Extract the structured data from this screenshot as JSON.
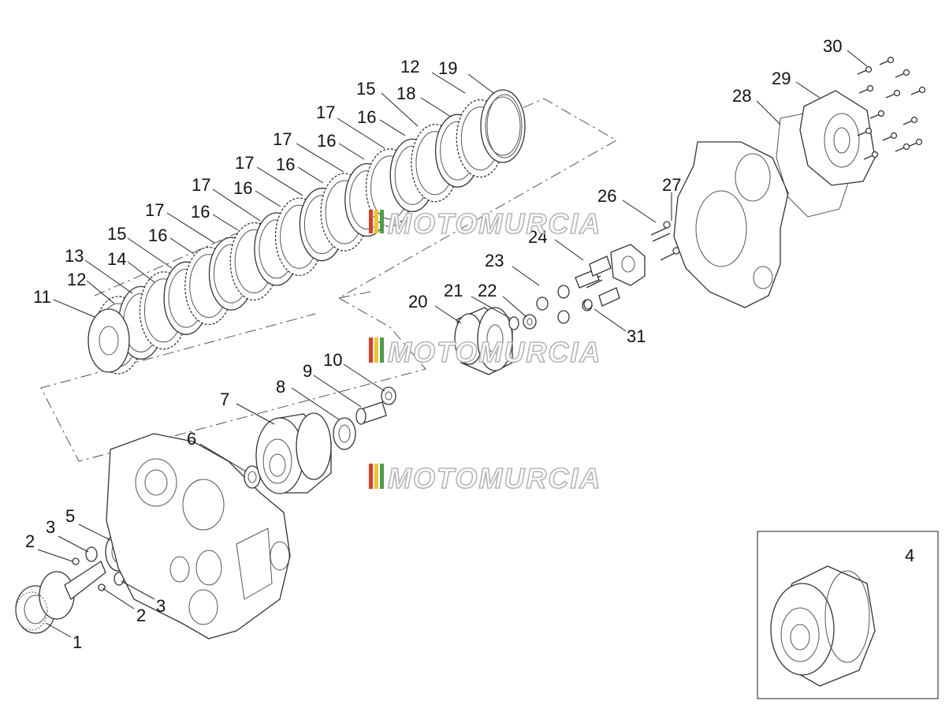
{
  "callouts": {
    "c1": "1",
    "c2a": "2",
    "c2b": "2",
    "c3a": "3",
    "c3b": "3",
    "c4": "4",
    "c5": "5",
    "c6": "6",
    "c7": "7",
    "c8": "8",
    "c9": "9",
    "c10": "10",
    "c11": "11",
    "c12a": "12",
    "c12b": "12",
    "c13": "13",
    "c14": "14",
    "c15a": "15",
    "c15b": "15",
    "c16a": "16",
    "c16b": "16",
    "c16c": "16",
    "c16d": "16",
    "c16e": "16",
    "c16f": "16",
    "c17a": "17",
    "c17b": "17",
    "c17c": "17",
    "c17d": "17",
    "c17e": "17",
    "c18": "18",
    "c19": "19",
    "c20": "20",
    "c21": "21",
    "c22": "22",
    "c23": "23",
    "c24": "24",
    "c26": "26",
    "c27": "27",
    "c28": "28",
    "c29": "29",
    "c30": "30",
    "c31": "31"
  },
  "watermark": {
    "text": "MOTOMURCIA",
    "colors": [
      "#e03a2a",
      "#f2c230",
      "#4aa04a"
    ]
  },
  "colors": {
    "line": "#333333",
    "background": "#ffffff"
  }
}
